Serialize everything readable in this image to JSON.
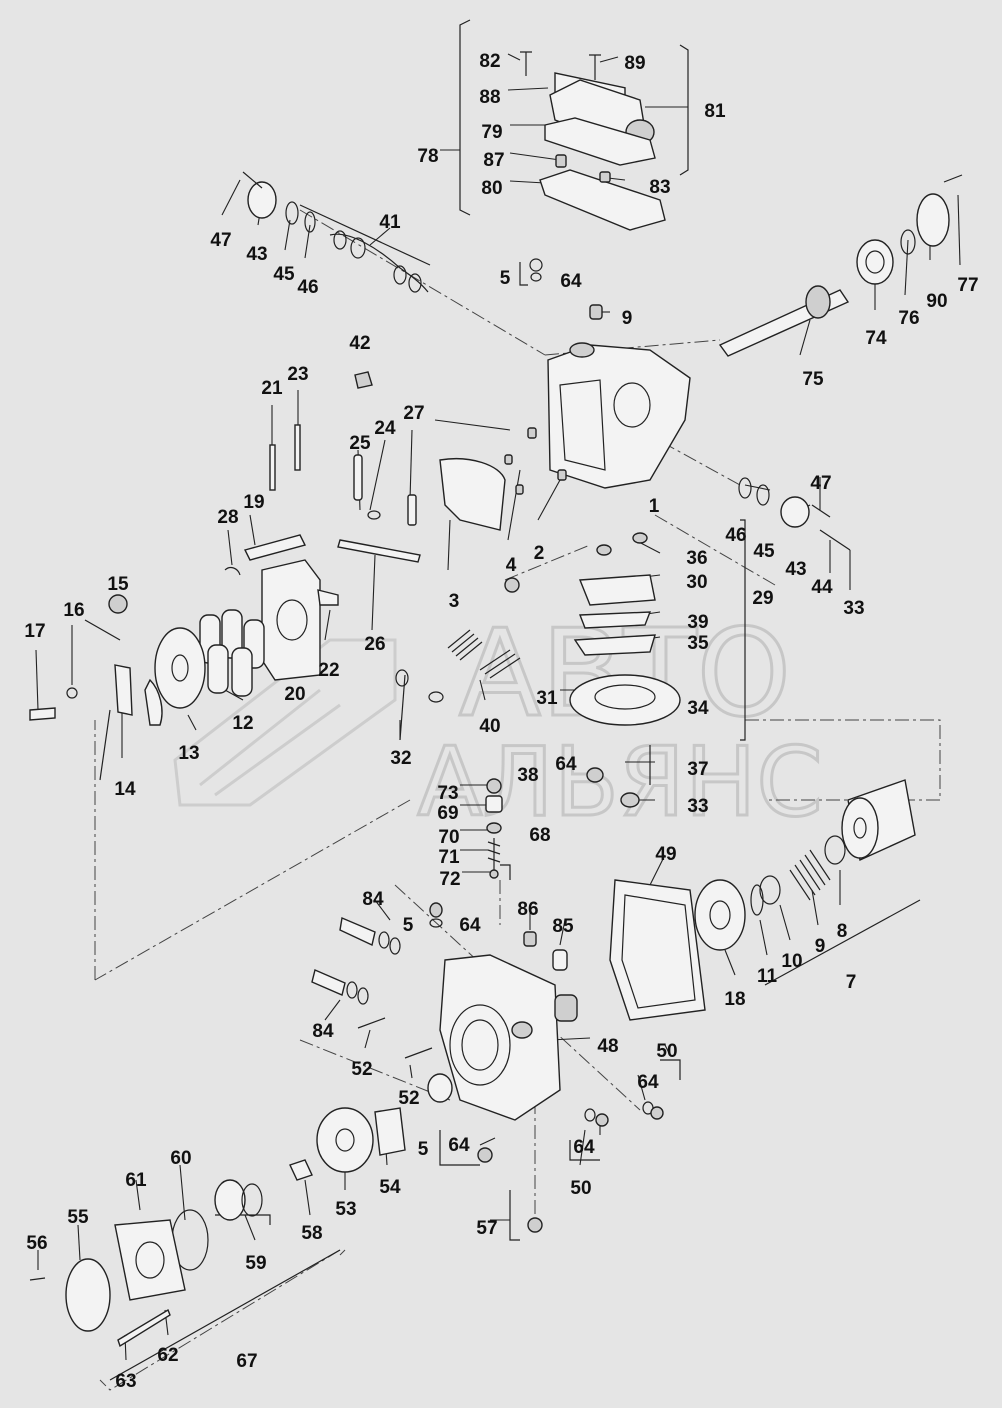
{
  "watermark": {
    "line1": "АВТО",
    "line2": "АЛЬЯНС"
  },
  "parts": [
    {
      "id": "1",
      "label": "1"
    },
    {
      "id": "2",
      "label": "2"
    },
    {
      "id": "3",
      "label": "3"
    },
    {
      "id": "4",
      "label": "4"
    },
    {
      "id": "5a",
      "label": "5"
    },
    {
      "id": "5b",
      "label": "5"
    },
    {
      "id": "5c",
      "label": "5"
    },
    {
      "id": "7",
      "label": "7"
    },
    {
      "id": "8",
      "label": "8"
    },
    {
      "id": "9a",
      "label": "9"
    },
    {
      "id": "9b",
      "label": "9"
    },
    {
      "id": "10",
      "label": "10"
    },
    {
      "id": "11",
      "label": "11"
    },
    {
      "id": "12",
      "label": "12"
    },
    {
      "id": "13",
      "label": "13"
    },
    {
      "id": "14",
      "label": "14"
    },
    {
      "id": "15",
      "label": "15"
    },
    {
      "id": "16",
      "label": "16"
    },
    {
      "id": "17",
      "label": "17"
    },
    {
      "id": "18",
      "label": "18"
    },
    {
      "id": "19",
      "label": "19"
    },
    {
      "id": "20",
      "label": "20"
    },
    {
      "id": "21",
      "label": "21"
    },
    {
      "id": "22",
      "label": "22"
    },
    {
      "id": "23",
      "label": "23"
    },
    {
      "id": "24",
      "label": "24"
    },
    {
      "id": "25",
      "label": "25"
    },
    {
      "id": "26",
      "label": "26"
    },
    {
      "id": "27",
      "label": "27"
    },
    {
      "id": "28",
      "label": "28"
    },
    {
      "id": "29",
      "label": "29"
    },
    {
      "id": "30",
      "label": "30"
    },
    {
      "id": "31",
      "label": "31"
    },
    {
      "id": "32",
      "label": "32"
    },
    {
      "id": "33a",
      "label": "33"
    },
    {
      "id": "33b",
      "label": "33"
    },
    {
      "id": "34",
      "label": "34"
    },
    {
      "id": "35",
      "label": "35"
    },
    {
      "id": "36",
      "label": "36"
    },
    {
      "id": "37",
      "label": "37"
    },
    {
      "id": "38",
      "label": "38"
    },
    {
      "id": "39",
      "label": "39"
    },
    {
      "id": "40",
      "label": "40"
    },
    {
      "id": "41",
      "label": "41"
    },
    {
      "id": "42",
      "label": "42"
    },
    {
      "id": "43a",
      "label": "43"
    },
    {
      "id": "43b",
      "label": "43"
    },
    {
      "id": "44",
      "label": "44"
    },
    {
      "id": "45a",
      "label": "45"
    },
    {
      "id": "45b",
      "label": "45"
    },
    {
      "id": "46a",
      "label": "46"
    },
    {
      "id": "46b",
      "label": "46"
    },
    {
      "id": "47a",
      "label": "47"
    },
    {
      "id": "47b",
      "label": "47"
    },
    {
      "id": "48",
      "label": "48"
    },
    {
      "id": "49",
      "label": "49"
    },
    {
      "id": "50a",
      "label": "50"
    },
    {
      "id": "50b",
      "label": "50"
    },
    {
      "id": "52a",
      "label": "52"
    },
    {
      "id": "52b",
      "label": "52"
    },
    {
      "id": "53",
      "label": "53"
    },
    {
      "id": "54",
      "label": "54"
    },
    {
      "id": "55",
      "label": "55"
    },
    {
      "id": "56",
      "label": "56"
    },
    {
      "id": "57",
      "label": "57"
    },
    {
      "id": "58",
      "label": "58"
    },
    {
      "id": "59",
      "label": "59"
    },
    {
      "id": "60",
      "label": "60"
    },
    {
      "id": "61",
      "label": "61"
    },
    {
      "id": "62",
      "label": "62"
    },
    {
      "id": "63",
      "label": "63"
    },
    {
      "id": "64a",
      "label": "64"
    },
    {
      "id": "64b",
      "label": "64"
    },
    {
      "id": "64c",
      "label": "64"
    },
    {
      "id": "64d",
      "label": "64"
    },
    {
      "id": "64e",
      "label": "64"
    },
    {
      "id": "64f",
      "label": "64"
    },
    {
      "id": "67",
      "label": "67"
    },
    {
      "id": "68",
      "label": "68"
    },
    {
      "id": "69",
      "label": "69"
    },
    {
      "id": "70",
      "label": "70"
    },
    {
      "id": "71",
      "label": "71"
    },
    {
      "id": "72",
      "label": "72"
    },
    {
      "id": "73",
      "label": "73"
    },
    {
      "id": "74",
      "label": "74"
    },
    {
      "id": "75",
      "label": "75"
    },
    {
      "id": "76",
      "label": "76"
    },
    {
      "id": "77",
      "label": "77"
    },
    {
      "id": "78",
      "label": "78"
    },
    {
      "id": "79",
      "label": "79"
    },
    {
      "id": "80",
      "label": "80"
    },
    {
      "id": "81",
      "label": "81"
    },
    {
      "id": "82",
      "label": "82"
    },
    {
      "id": "83",
      "label": "83"
    },
    {
      "id": "84a",
      "label": "84"
    },
    {
      "id": "84b",
      "label": "84"
    },
    {
      "id": "85",
      "label": "85"
    },
    {
      "id": "86",
      "label": "86"
    },
    {
      "id": "87",
      "label": "87"
    },
    {
      "id": "88",
      "label": "88"
    },
    {
      "id": "89",
      "label": "89"
    },
    {
      "id": "90",
      "label": "90"
    }
  ]
}
